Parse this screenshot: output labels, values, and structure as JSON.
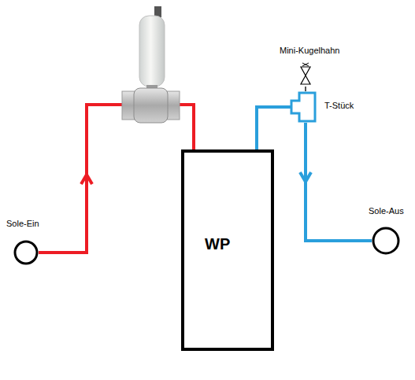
{
  "diagram": {
    "nodes": [
      {
        "text": [
          "Sole-Ein"
        ]
      },
      {
        "text": [
          "WP"
        ]
      },
      {
        "text": [
          "T-Stück"
        ]
      },
      {
        "text": [
          "Mini-Kugelhahn"
        ]
      },
      {
        "text": [
          "Sole-Aus"
        ]
      }
    ],
    "edges": [
      {
        "from": 0,
        "to": 1,
        "arrow": "to"
      },
      {
        "from": 1,
        "to": 2,
        "arrow": "none"
      },
      {
        "from": 3,
        "to": 2,
        "arrow": "none"
      },
      {
        "from": 2,
        "to": 4,
        "arrow": "to"
      }
    ]
  }
}
